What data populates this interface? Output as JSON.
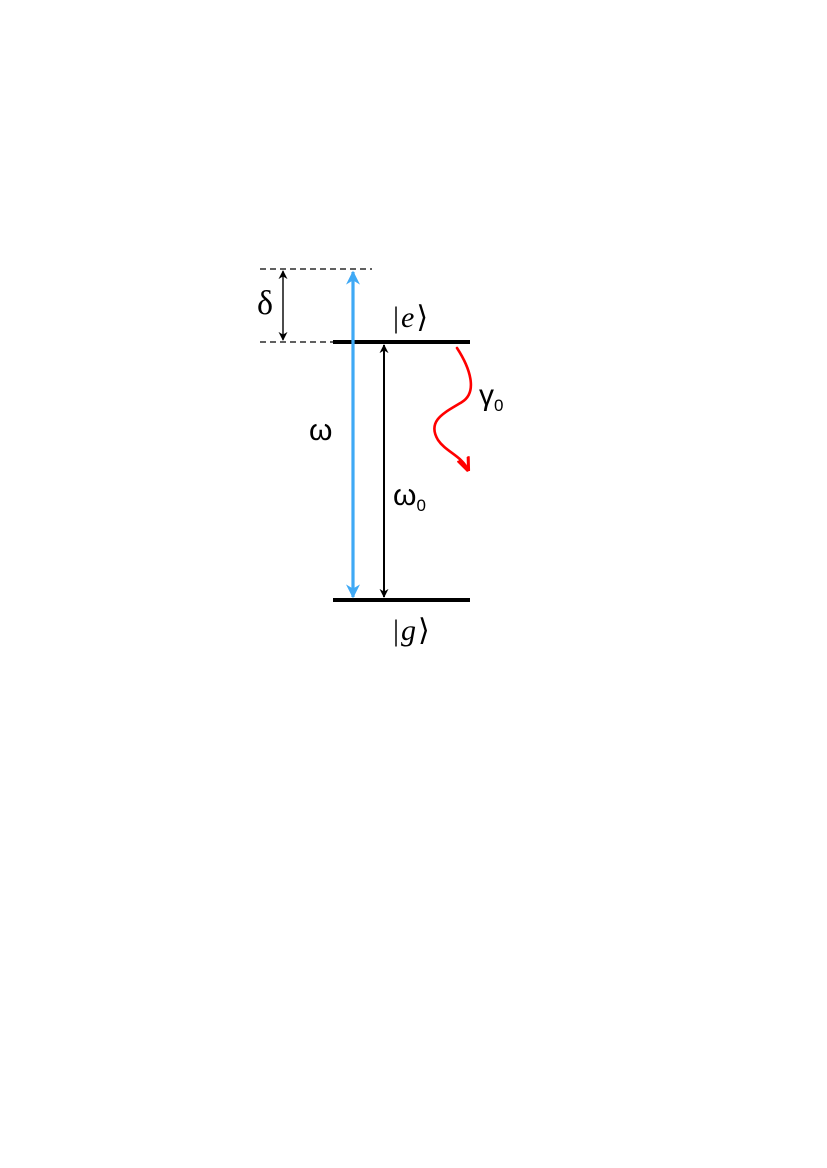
{
  "diagram": {
    "labels": {
      "detuning": "δ",
      "laser_frequency": "ω",
      "transition_frequency_symbol": "ω",
      "transition_frequency_subscript": "0",
      "decay_rate_symbol": "γ",
      "decay_rate_subscript": "0",
      "excited_state_name": "e",
      "ground_state_name": "g",
      "ket_open": "|",
      "ket_close": "⟩"
    },
    "colors": {
      "level_line": "#000000",
      "laser_arrow": "#3fa9f5",
      "transition_arrow": "#000000",
      "decay_arrow": "#ff0000",
      "dashed_line": "#000000",
      "text": "#000000"
    }
  }
}
